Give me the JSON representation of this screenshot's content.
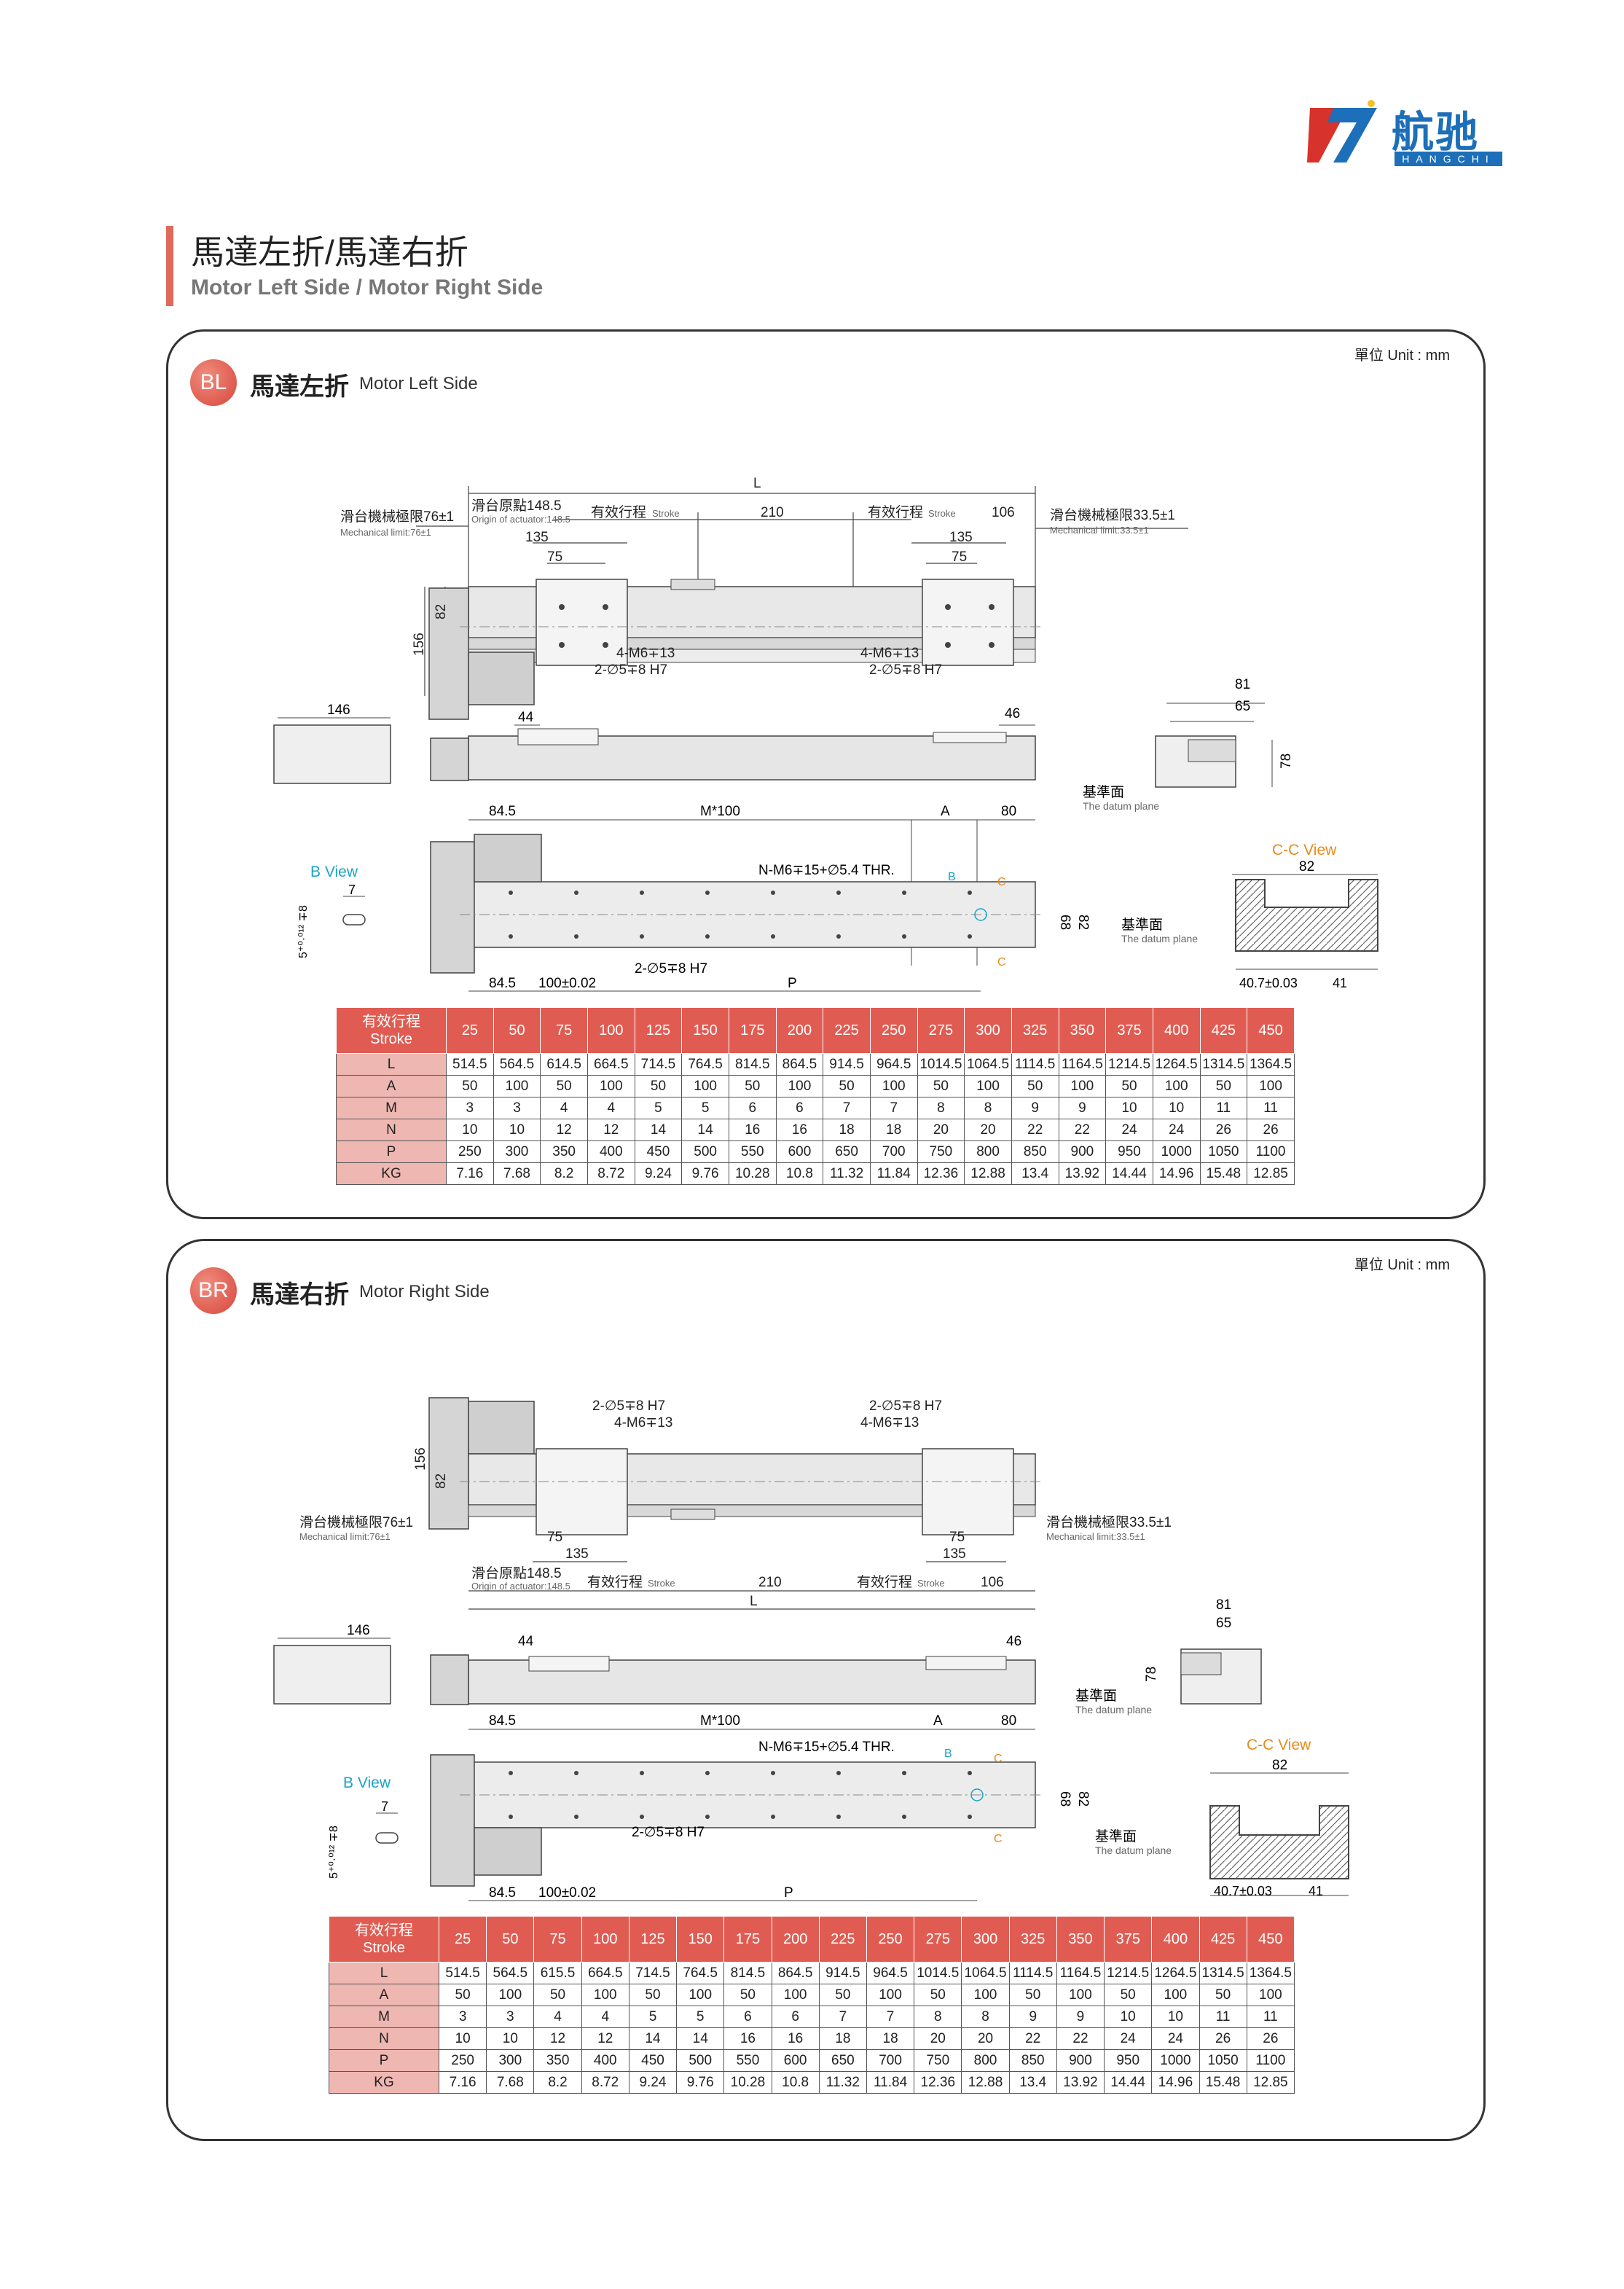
{
  "brand": {
    "name_cn": "航驰",
    "name_en": "HANGCHI"
  },
  "page": {
    "title_cn": "馬達左折/馬達右折",
    "title_en": "Motor Left Side / Motor Right Side"
  },
  "sections": [
    {
      "badge": "BL",
      "title_cn": "馬達左折",
      "title_en": "Motor Left Side",
      "unit": "單位 Unit : mm"
    },
    {
      "badge": "BR",
      "title_cn": "馬達右折",
      "title_en": "Motor Right Side",
      "unit": "單位 Unit : mm"
    }
  ],
  "drawing_labels": {
    "L": "L",
    "origin_cn": "滑台原點148.5",
    "origin_en": "Origin of actuator:148.5",
    "stroke_cn": "有效行程",
    "stroke_en": "Stroke",
    "d210": "210",
    "d106": "106",
    "d135": "135",
    "d75": "75",
    "d82": "82",
    "d156": "156",
    "d146": "146",
    "d44": "44",
    "d46": "46",
    "d81": "81",
    "d65": "65",
    "d78": "78",
    "d84_5": "84.5",
    "m100": "M*100",
    "A": "A",
    "d80": "80",
    "d68": "68",
    "P": "P",
    "d100tol": "100±0.02",
    "d7": "7",
    "d40_7": "40.7±0.03",
    "d41": "41",
    "mech_left_cn": "滑台機械極限76±1",
    "mech_left_en": "Mechanical limit:76±1",
    "mech_right_cn": "滑台機械極限33.5±1",
    "mech_right_en": "Mechanical limit:33.5±1",
    "m6_hole": "4-M6∓13",
    "pin_hole": "2-∅5∓8 H7",
    "n_m6": "N-M6∓15+∅5.4 THR.",
    "b_view": "B View",
    "cc_view": "C-C View",
    "datum_cn": "基準面",
    "datum_en": "The datum plane",
    "b_mark": "B",
    "c_mark": "C",
    "tol_5": "5⁺⁰·⁰¹² ∓8"
  },
  "table": {
    "header_cn": "有效行程",
    "header_en": "Stroke",
    "strokes": [
      "25",
      "50",
      "75",
      "100",
      "125",
      "150",
      "175",
      "200",
      "225",
      "250",
      "275",
      "300",
      "325",
      "350",
      "375",
      "400",
      "425",
      "450"
    ],
    "rows_bl": [
      {
        "label": "L",
        "values": [
          "514.5",
          "564.5",
          "614.5",
          "664.5",
          "714.5",
          "764.5",
          "814.5",
          "864.5",
          "914.5",
          "964.5",
          "1014.5",
          "1064.5",
          "1114.5",
          "1164.5",
          "1214.5",
          "1264.5",
          "1314.5",
          "1364.5"
        ]
      },
      {
        "label": "A",
        "values": [
          "50",
          "100",
          "50",
          "100",
          "50",
          "100",
          "50",
          "100",
          "50",
          "100",
          "50",
          "100",
          "50",
          "100",
          "50",
          "100",
          "50",
          "100"
        ]
      },
      {
        "label": "M",
        "values": [
          "3",
          "3",
          "4",
          "4",
          "5",
          "5",
          "6",
          "6",
          "7",
          "7",
          "8",
          "8",
          "9",
          "9",
          "10",
          "10",
          "11",
          "11"
        ]
      },
      {
        "label": "N",
        "values": [
          "10",
          "10",
          "12",
          "12",
          "14",
          "14",
          "16",
          "16",
          "18",
          "18",
          "20",
          "20",
          "22",
          "22",
          "24",
          "24",
          "26",
          "26"
        ]
      },
      {
        "label": "P",
        "values": [
          "250",
          "300",
          "350",
          "400",
          "450",
          "500",
          "550",
          "600",
          "650",
          "700",
          "750",
          "800",
          "850",
          "900",
          "950",
          "1000",
          "1050",
          "1100"
        ]
      },
      {
        "label": "KG",
        "values": [
          "7.16",
          "7.68",
          "8.2",
          "8.72",
          "9.24",
          "9.76",
          "10.28",
          "10.8",
          "11.32",
          "11.84",
          "12.36",
          "12.88",
          "13.4",
          "13.92",
          "14.44",
          "14.96",
          "15.48",
          "12.85"
        ]
      }
    ],
    "rows_br": [
      {
        "label": "L",
        "values": [
          "514.5",
          "564.5",
          "615.5",
          "664.5",
          "714.5",
          "764.5",
          "814.5",
          "864.5",
          "914.5",
          "964.5",
          "1014.5",
          "1064.5",
          "1114.5",
          "1164.5",
          "1214.5",
          "1264.5",
          "1314.5",
          "1364.5"
        ]
      },
      {
        "label": "A",
        "values": [
          "50",
          "100",
          "50",
          "100",
          "50",
          "100",
          "50",
          "100",
          "50",
          "100",
          "50",
          "100",
          "50",
          "100",
          "50",
          "100",
          "50",
          "100"
        ]
      },
      {
        "label": "M",
        "values": [
          "3",
          "3",
          "4",
          "4",
          "5",
          "5",
          "6",
          "6",
          "7",
          "7",
          "8",
          "8",
          "9",
          "9",
          "10",
          "10",
          "11",
          "11"
        ]
      },
      {
        "label": "N",
        "values": [
          "10",
          "10",
          "12",
          "12",
          "14",
          "14",
          "16",
          "16",
          "18",
          "18",
          "20",
          "20",
          "22",
          "22",
          "24",
          "24",
          "26",
          "26"
        ]
      },
      {
        "label": "P",
        "values": [
          "250",
          "300",
          "350",
          "400",
          "450",
          "500",
          "550",
          "600",
          "650",
          "700",
          "750",
          "800",
          "850",
          "900",
          "950",
          "1000",
          "1050",
          "1100"
        ]
      },
      {
        "label": "KG",
        "values": [
          "7.16",
          "7.68",
          "8.2",
          "8.72",
          "9.24",
          "9.76",
          "10.28",
          "10.8",
          "11.32",
          "11.84",
          "12.36",
          "12.88",
          "13.4",
          "13.92",
          "14.44",
          "14.96",
          "15.48",
          "12.85"
        ]
      }
    ]
  },
  "colors": {
    "accent": "#e05c52",
    "brand_blue": "#1c6fb8",
    "cyan_label": "#1aa3c8",
    "orange_label": "#e88a1a"
  }
}
